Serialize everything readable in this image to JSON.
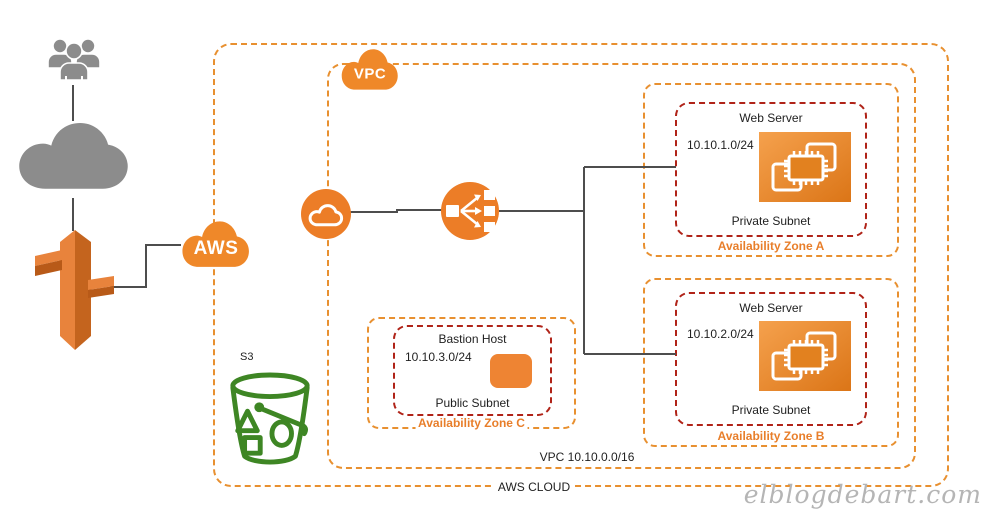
{
  "aws": {
    "badge": "AWS",
    "container_label": "AWS CLOUD"
  },
  "vpc": {
    "badge": "VPC",
    "cidr_label": "VPC 10.10.0.0/16"
  },
  "zones": [
    {
      "name": "Availability Zone A",
      "resource": "Web Server",
      "cidr": "10.10.1.0/24",
      "subnet": "Private Subnet"
    },
    {
      "name": "Availability Zone B",
      "resource": "Web Server",
      "cidr": "10.10.2.0/24",
      "subnet": "Private Subnet"
    },
    {
      "name": "Availability Zone C",
      "resource": "Bastion Host",
      "cidr": "10.10.3.0/24",
      "subnet": "Public Subnet"
    }
  ],
  "s3": {
    "label": "S3"
  },
  "watermark": {
    "text": "elblogdebart.com"
  },
  "colors": {
    "dash_orange": "#E89030",
    "icon_orange": "#EC7D27",
    "zone_label_orange": "#E87E2A",
    "subnet_red": "#B02318",
    "gray": "#8C8C8C",
    "s3_green": "#3E8624",
    "connector": "#4D4D4D",
    "watermark_gray": "#B5B5B5"
  },
  "icons": {
    "users": "users-icon",
    "internet_cloud": "cloud-icon",
    "direct_connect": "direct-connect-icon",
    "aws_cloud_badge": "aws-cloud-icon",
    "vpc_cloud_badge": "vpc-cloud-icon",
    "internet_gateway": "internet-gateway-icon",
    "load_balancer": "elastic-load-balancer-icon",
    "ec2_instances": "ec2-instances-icon",
    "bastion": "bastion-host-icon",
    "s3_bucket": "s3-bucket-icon"
  }
}
